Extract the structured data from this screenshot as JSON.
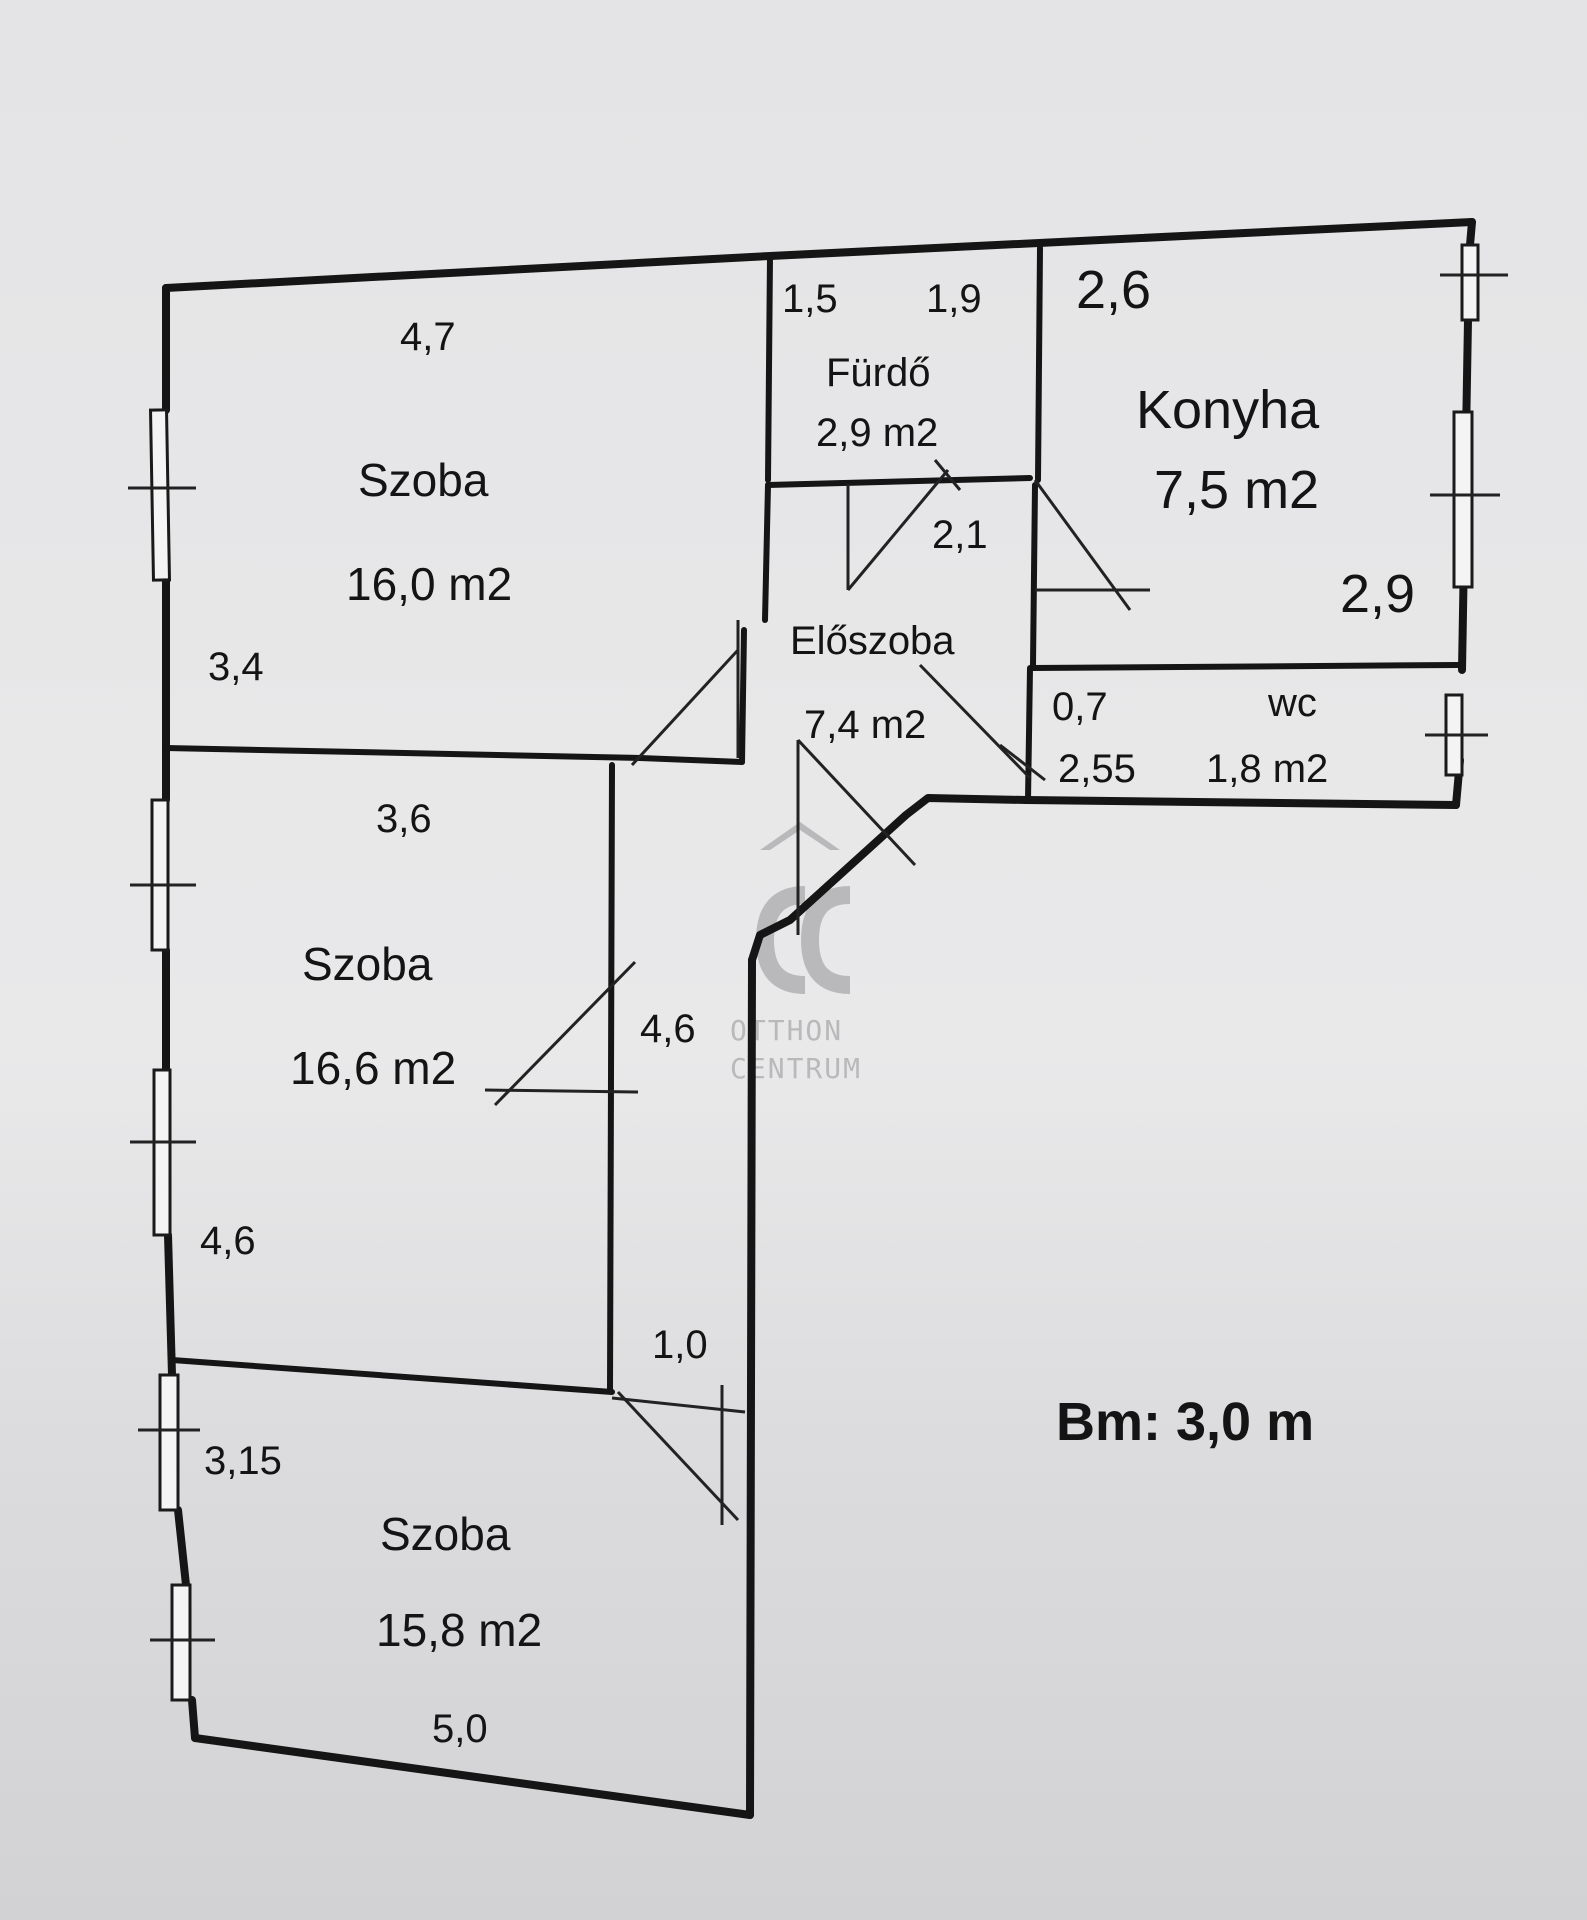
{
  "rooms": {
    "szoba1": {
      "name": "Szoba",
      "area": "16,0 m2",
      "dim_top": "4,7",
      "dim_side": "3,4"
    },
    "szoba2": {
      "name": "Szoba",
      "area": "16,6 m2",
      "dim_top": "3,6",
      "dim_side": "4,6"
    },
    "szoba3": {
      "name": "Szoba",
      "area": "15,8 m2",
      "dim_side": "3,15",
      "dim_bottom": "5,0"
    },
    "furdo": {
      "name": "Fürdő",
      "area": "2,9 m2",
      "dim_a": "1,5",
      "dim_b": "1,9"
    },
    "konyha": {
      "name": "Konyha",
      "area": "7,5 m2",
      "dim_top": "2,6",
      "dim_side": "2,9"
    },
    "eloszoba": {
      "name": "Előszoba",
      "area": "7,4 m2",
      "dim_top": "2,1"
    },
    "wc": {
      "name": "wc",
      "area": "1,8 m2",
      "dim_a": "0,7",
      "dim_b": "2,55"
    }
  },
  "corridor": {
    "dim_length": "4,6",
    "dim_width": "1,0"
  },
  "ceiling_height": "Bm: 3,0 m",
  "watermark": {
    "line1": "OTTHON",
    "line2": "CENTRUM"
  }
}
